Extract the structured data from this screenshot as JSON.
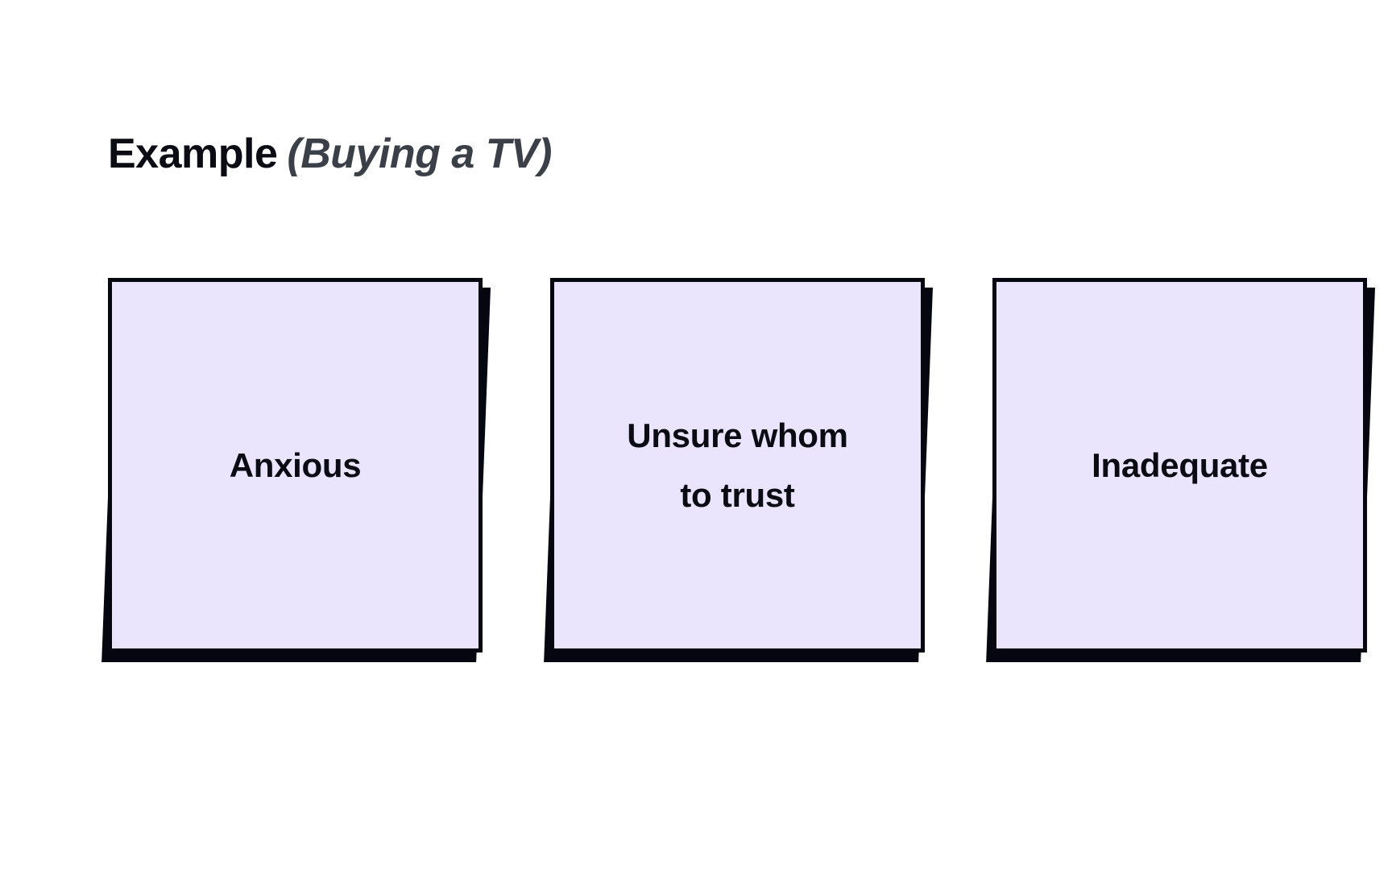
{
  "page": {
    "background_color": "#ffffff",
    "title": {
      "main": "Example",
      "parenthetical": "(Buying a TV)",
      "main_color": "#0b0b14",
      "parenthetical_color": "#3b3f48"
    }
  },
  "theme": {
    "card_fill": "#eae5fc",
    "card_border": "#05060f",
    "card_shadow": "#05060f",
    "text_color": "#0b0b14"
  },
  "cards": [
    {
      "label": "Anxious"
    },
    {
      "label": "Unsure whom\nto trust"
    },
    {
      "label": "Inadequate"
    }
  ]
}
